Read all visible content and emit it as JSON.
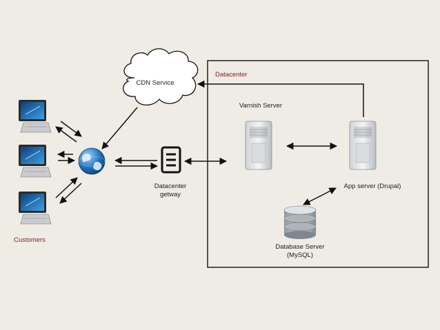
{
  "labels": {
    "datacenter": "Datacenter",
    "cdn": "CDN Service",
    "varnish": "Varnish Server",
    "gateway_line1": "Datacenter",
    "gateway_line2": "getway",
    "app_server": "App server (Drupal)",
    "db_line1": "Database Server",
    "db_line2": "(MySQL)",
    "customers": "Customers"
  },
  "colors": {
    "background": "#efebe5",
    "datacenter_label": "#8b1a1a",
    "customers_label": "#8b1a1a",
    "line": "#111111",
    "globe": "#1f6fb5"
  },
  "icons": {
    "customer": "desktop-computer-icon",
    "internet": "globe-icon",
    "gateway": "document-icon",
    "server": "tower-server-icon",
    "database": "database-icon",
    "cdn": "cloud-icon"
  }
}
